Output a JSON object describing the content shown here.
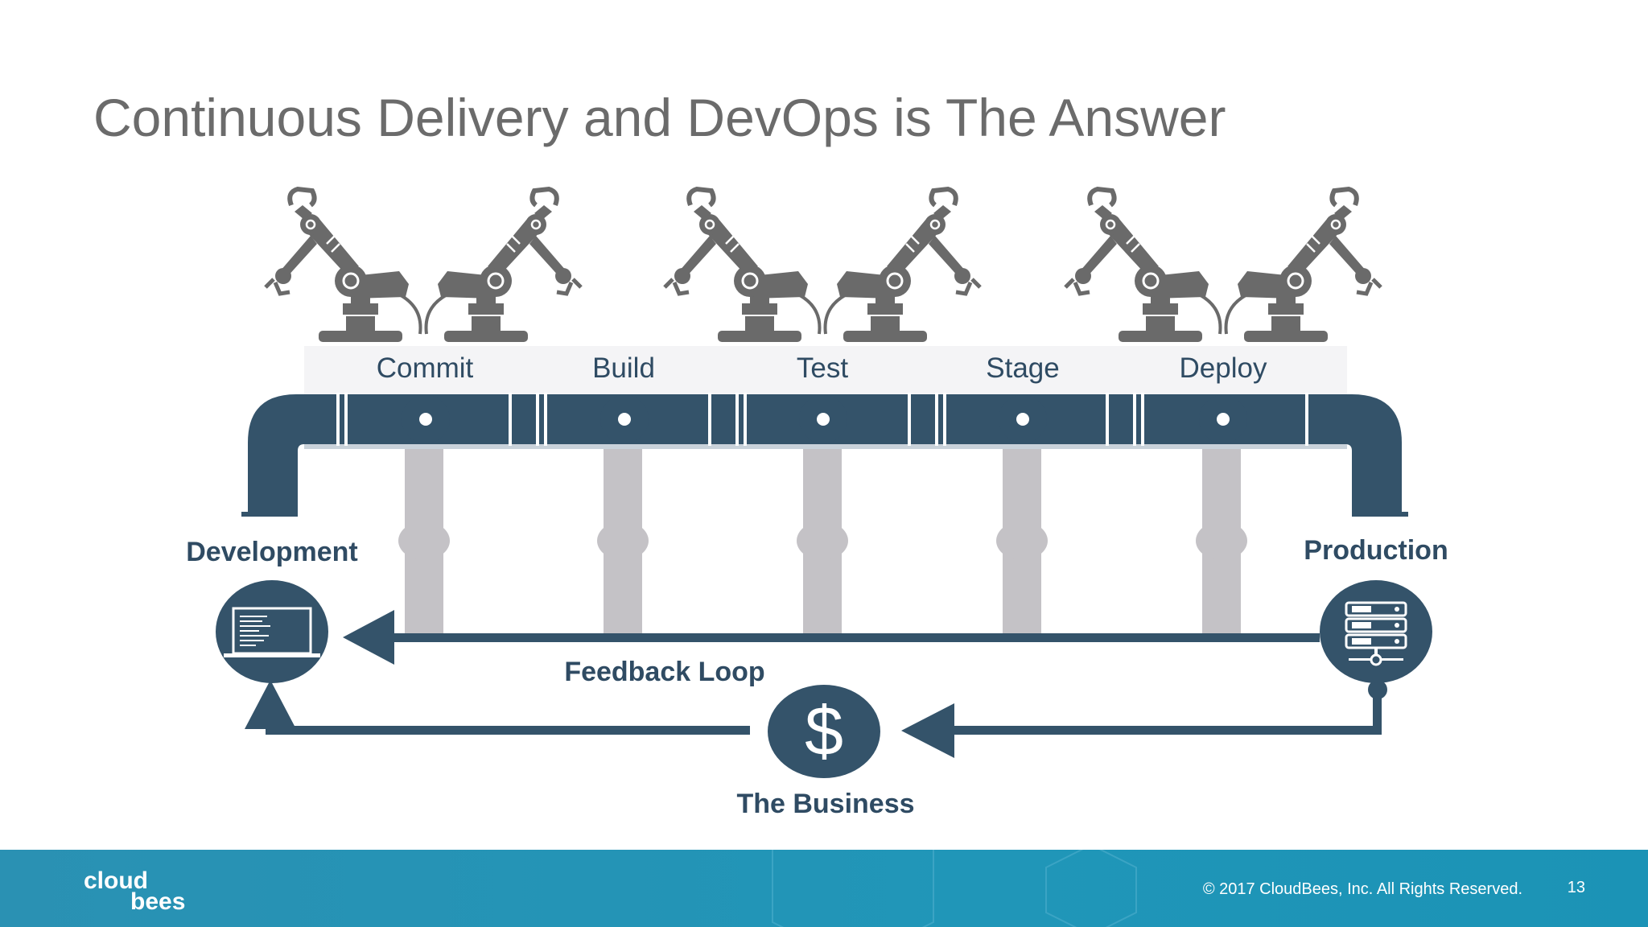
{
  "slide": {
    "title": "Continuous Delivery and DevOps is The Answer"
  },
  "pipeline": {
    "stages": [
      {
        "label": "Commit"
      },
      {
        "label": "Build"
      },
      {
        "label": "Test"
      },
      {
        "label": "Stage"
      },
      {
        "label": "Deploy"
      }
    ],
    "development_label": "Development",
    "production_label": "Production",
    "feedback_label": "Feedback Loop",
    "business_label": "The Business",
    "business_symbol": "$"
  },
  "footer": {
    "logo_top": "cloud",
    "logo_bottom": "bees",
    "copyright": "© 2017 CloudBees, Inc. All Rights Reserved.",
    "page_number": "13"
  },
  "colors": {
    "pipe": "#34536a",
    "support": "#c4c2c6",
    "robot": "#6a6a6a",
    "footer": "#2096b8"
  }
}
